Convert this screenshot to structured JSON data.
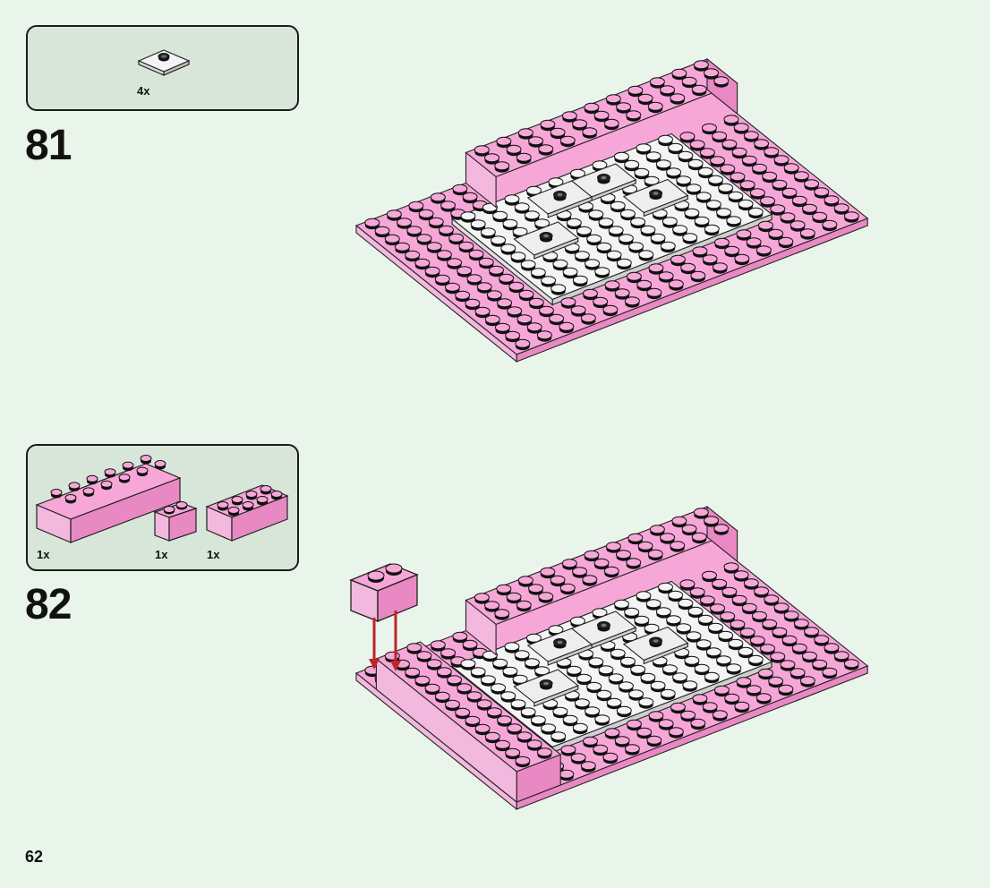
{
  "steps": [
    {
      "number": "81",
      "parts": [
        {
          "icon": "white-tile-1-stud-icon",
          "qty": "4x"
        }
      ]
    },
    {
      "number": "82",
      "parts": [
        {
          "icon": "pink-brick-2x6-icon",
          "qty": "1x"
        },
        {
          "icon": "pink-brick-1x2-icon",
          "qty": "1x"
        },
        {
          "icon": "pink-brick-2x4-icon",
          "qty": "1x"
        }
      ]
    }
  ],
  "page_number": "62",
  "colors": {
    "background": "#e9f4ea",
    "parts_box": "#d8e6da",
    "pink": "#f6a7d8",
    "pink_dark": "#e989c3",
    "white": "#f4f4f4",
    "arrow": "#c0242a"
  }
}
